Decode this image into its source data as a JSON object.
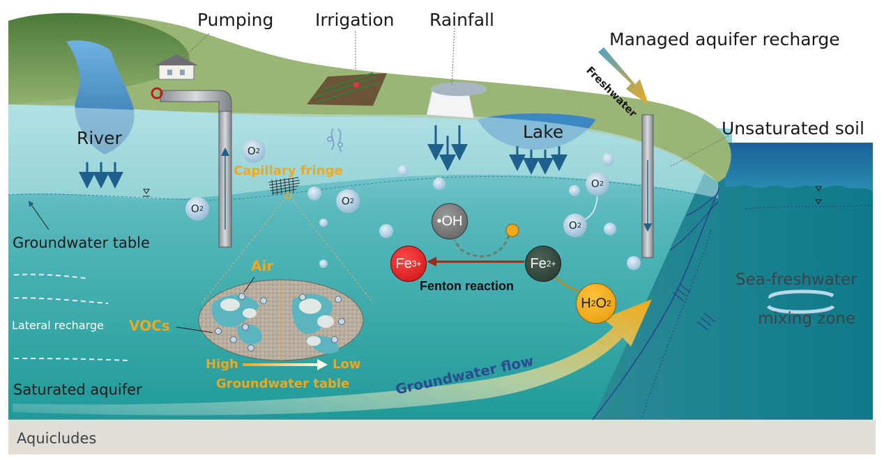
{
  "labels": {
    "pumping": "Pumping",
    "irrigation": "Irrigation",
    "rainfall": "Rainfall",
    "managed_recharge": "Managed aquifer recharge",
    "freshwater": "Freshwater",
    "unsaturated_soil": "Unsaturated soil",
    "river": "River",
    "lake": "Lake",
    "capillary_fringe": "Capillary fringe",
    "groundwater_table": "Groundwater table",
    "lateral_recharge": "Lateral recharge",
    "saturated_aquifer": "Saturated aquifer",
    "aquicludes": "Aquicludes",
    "air": "Air",
    "vocs": "VOCs",
    "high": "High",
    "low": "Low",
    "gradient_caption": "Groundwater table",
    "groundwater_flow": "Groundwater   flow",
    "fenton_reaction": "Fenton reaction",
    "sea_freshwater": "Sea-freshwater",
    "mixing_zone": "mixing zone"
  },
  "species": {
    "o2": "O",
    "o2_sub": "2",
    "oh": "•OH",
    "fe3": "Fe",
    "fe3_sup": "3+",
    "fe2": "Fe",
    "fe2_sup": "2+",
    "h2o2_a": "H",
    "h2o2_s1": "2",
    "h2o2_b": "O",
    "h2o2_s2": "2"
  },
  "colors": {
    "aquifer": "#2fa6a6",
    "soil_green": "#8faa6b",
    "sea": "#1f7fa8",
    "accent_gold": "#f0a81c",
    "fe3_red": "#e11b1b",
    "fe2_dark": "#2f4438",
    "oh_grey": "#6a6a6a",
    "flow_text": "#2a4d8f"
  }
}
